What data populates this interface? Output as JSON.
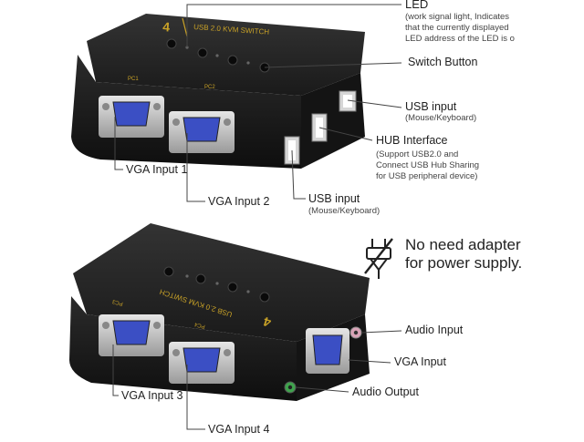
{
  "device": {
    "brand_text": "USB 2.0 KVM SWITCH",
    "port_count": "4",
    "pc_labels": [
      "PC1",
      "PC2",
      "PC3",
      "PC4"
    ]
  },
  "callouts": {
    "led": {
      "title": "LED",
      "description_lines": [
        "(work signal light, Indicates",
        "that the currently displayed",
        "LED address of the LED is o"
      ]
    },
    "switch_button": {
      "title": "Switch Button"
    },
    "usb_input_top": {
      "title": "USB input",
      "subtitle": "(Mouse/Keyboard)"
    },
    "hub_interface": {
      "title": "HUB Interface",
      "description_lines": [
        "(Support USB2.0 and",
        "Connect USB Hub Sharing",
        "for USB peripheral device)"
      ]
    },
    "usb_input_bottom": {
      "title": "USB input",
      "subtitle": "(Mouse/Keyboard)"
    },
    "vga_input_1": {
      "title": "VGA Input 1"
    },
    "vga_input_2": {
      "title": "VGA Input 2"
    },
    "vga_input_3": {
      "title": "VGA Input 3"
    },
    "vga_input_4": {
      "title": "VGA Input 4"
    },
    "no_adapter": {
      "line1": "No need adapter",
      "line2": "for power supply."
    },
    "audio_input": {
      "title": "Audio Input"
    },
    "vga_output": {
      "title": "VGA Input"
    },
    "audio_output": {
      "title": "Audio Output"
    }
  },
  "colors": {
    "body": "#1c1c1c",
    "body_top": "#2a2a2a",
    "gold": "#c9a227",
    "vga_blue": "#3b4fc4",
    "silver": "#c8c8c8",
    "audio_pink": "#d9a3b7",
    "audio_green": "#3fa34d"
  }
}
